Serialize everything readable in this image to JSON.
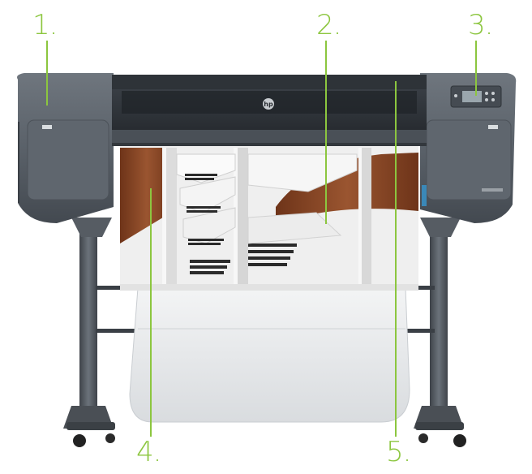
{
  "labels": {
    "one": "1.",
    "two": "2.",
    "three": "3.",
    "four": "4.",
    "five": "5."
  },
  "colors": {
    "callout": "#8cc63f",
    "body_dark": "#4a5058",
    "body_mid": "#5d646c",
    "body_light": "#7b828a",
    "leg": "#555b62",
    "paper": "#f1f1f1",
    "bin": "#e9ebec",
    "wood": "#8a4a2a"
  },
  "icons": {
    "brand": "hp-logo-icon"
  }
}
